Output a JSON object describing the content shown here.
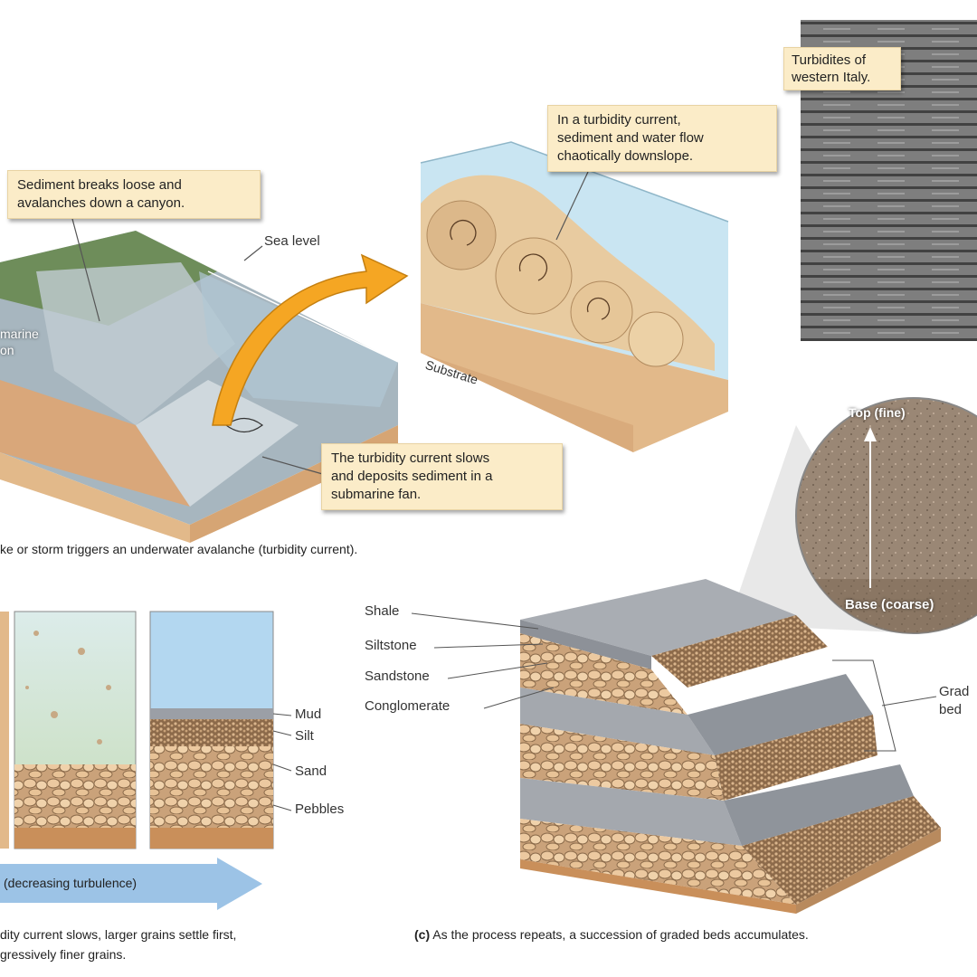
{
  "panel_a": {
    "callout_top_left": "Sediment breaks loose and\navalanches down a canyon.",
    "callout_top_mid": "In a turbidity current,\nsediment and water flow\nchaotically downslope.",
    "callout_bottom": "The turbidity current slows\nand deposits sediment in a\nsubmarine fan.",
    "sea_level": "Sea level",
    "canyon_label": "marine\non",
    "substrate": "Substrate",
    "caption": "ke or storm triggers an underwater avalanche (turbidity current)."
  },
  "photo": {
    "callout": "Turbidites of\nwestern Italy."
  },
  "circle_inset": {
    "top_label": "Top (fine)",
    "base_label": "Base (coarse)"
  },
  "panel_b": {
    "labels": [
      "Mud",
      "Silt",
      "Sand",
      "Pebbles"
    ],
    "arrow_text": "(decreasing turbulence)",
    "caption": "dity current slows, larger grains settle first,\ngressively finer grains."
  },
  "panel_c": {
    "labels": [
      "Shale",
      "Siltstone",
      "Sandstone",
      "Conglomerate"
    ],
    "graded_bed": "Grad\nbed",
    "caption_prefix": "(c)",
    "caption": "As the process repeats, a succession of graded beds accumulates."
  },
  "colors": {
    "callout_bg": "#fbecc8",
    "water": "#bfe0f0",
    "sediment": "#e2b98a",
    "arrow_orange": "#f5a623",
    "arrow_blue": "#9cc3e6"
  }
}
